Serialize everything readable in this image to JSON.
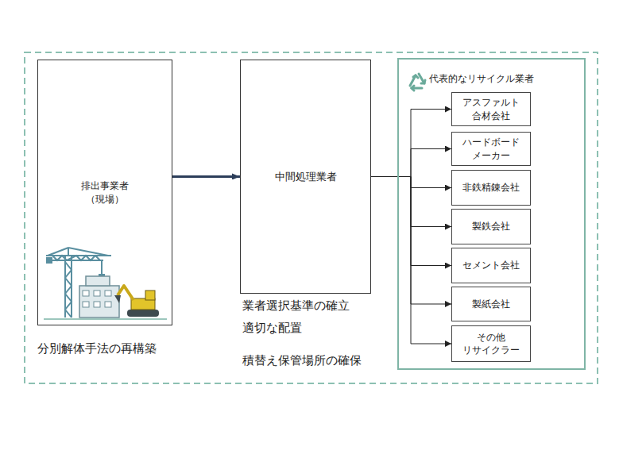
{
  "diagram": {
    "nodes": [
      {
        "text": [
          "排出事業者 （現場）"
        ]
      },
      {
        "text": [
          "中間処理業者"
        ]
      },
      {
        "text": [
          "代表的なリサイクル業者"
        ]
      },
      {
        "text": [
          "アスファルト 合材会社"
        ],
        "in": 2
      },
      {
        "text": [
          "ハードボード メーカー"
        ],
        "in": 2
      },
      {
        "text": [
          "非鉄精錬会社"
        ],
        "in": 2
      },
      {
        "text": [
          "製鉄会社"
        ],
        "in": 2
      },
      {
        "text": [
          "セメント会社"
        ],
        "in": 2
      },
      {
        "text": [
          "製紙会社"
        ],
        "in": 2
      },
      {
        "text": [
          "その他 リサイクラー"
        ],
        "in": 2
      }
    ],
    "edges": [
      {
        "from": 0,
        "to": 1,
        "arrow": "to"
      },
      {
        "from": 1,
        "to": 3,
        "arrow": "to"
      },
      {
        "from": 1,
        "to": 4,
        "arrow": "to"
      },
      {
        "from": 1,
        "to": 5,
        "arrow": "to"
      },
      {
        "from": 1,
        "to": 6,
        "arrow": "to"
      },
      {
        "from": 1,
        "to": 7,
        "arrow": "to"
      },
      {
        "from": 1,
        "to": 8,
        "arrow": "to"
      },
      {
        "from": 1,
        "to": 9,
        "arrow": "to"
      }
    ],
    "labels": [
      "分別解体手法の再構築",
      "業者選択基準の確立",
      "適切な配置",
      "積替え保管場所の確保"
    ]
  }
}
